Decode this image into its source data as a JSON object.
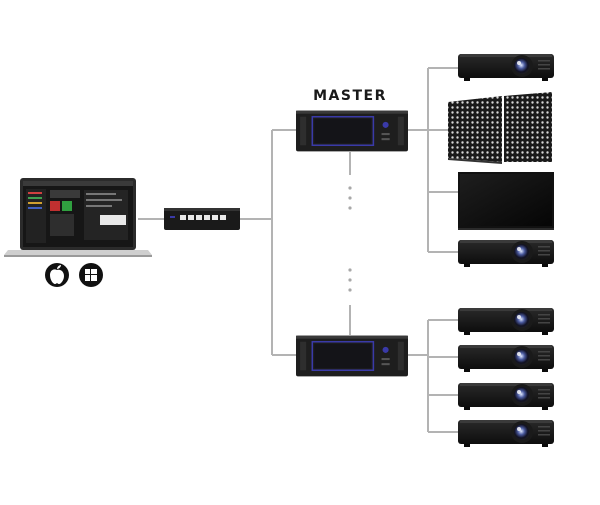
{
  "diagram": {
    "master_label": "MASTER",
    "colors": {
      "connector": "#b3b3b3",
      "device_body": "#1e1e1e",
      "device_accent": "#3a3aa8",
      "background": "#ffffff"
    },
    "nodes": [
      {
        "id": "laptop",
        "icon": "laptop-icon",
        "kind": "control laptop"
      },
      {
        "id": "apple",
        "icon": "apple-icon",
        "kind": "os badge"
      },
      {
        "id": "windows",
        "icon": "windows-icon",
        "kind": "os badge"
      },
      {
        "id": "switch",
        "icon": "network-switch-icon",
        "kind": "network switch"
      },
      {
        "id": "server_master",
        "icon": "media-server-icon",
        "kind": "media server"
      },
      {
        "id": "server_slave",
        "icon": "media-server-icon",
        "kind": "media server"
      },
      {
        "id": "projector_1",
        "icon": "projector-icon",
        "kind": "projector"
      },
      {
        "id": "led_wall",
        "icon": "led-panel-icon",
        "kind": "led wall"
      },
      {
        "id": "display",
        "icon": "display-screen-icon",
        "kind": "display"
      },
      {
        "id": "projector_2",
        "icon": "projector-icon",
        "kind": "projector"
      },
      {
        "id": "projector_3",
        "icon": "projector-icon",
        "kind": "projector"
      },
      {
        "id": "projector_4",
        "icon": "projector-icon",
        "kind": "projector"
      },
      {
        "id": "projector_5",
        "icon": "projector-icon",
        "kind": "projector"
      },
      {
        "id": "projector_6",
        "icon": "projector-icon",
        "kind": "projector"
      }
    ]
  }
}
